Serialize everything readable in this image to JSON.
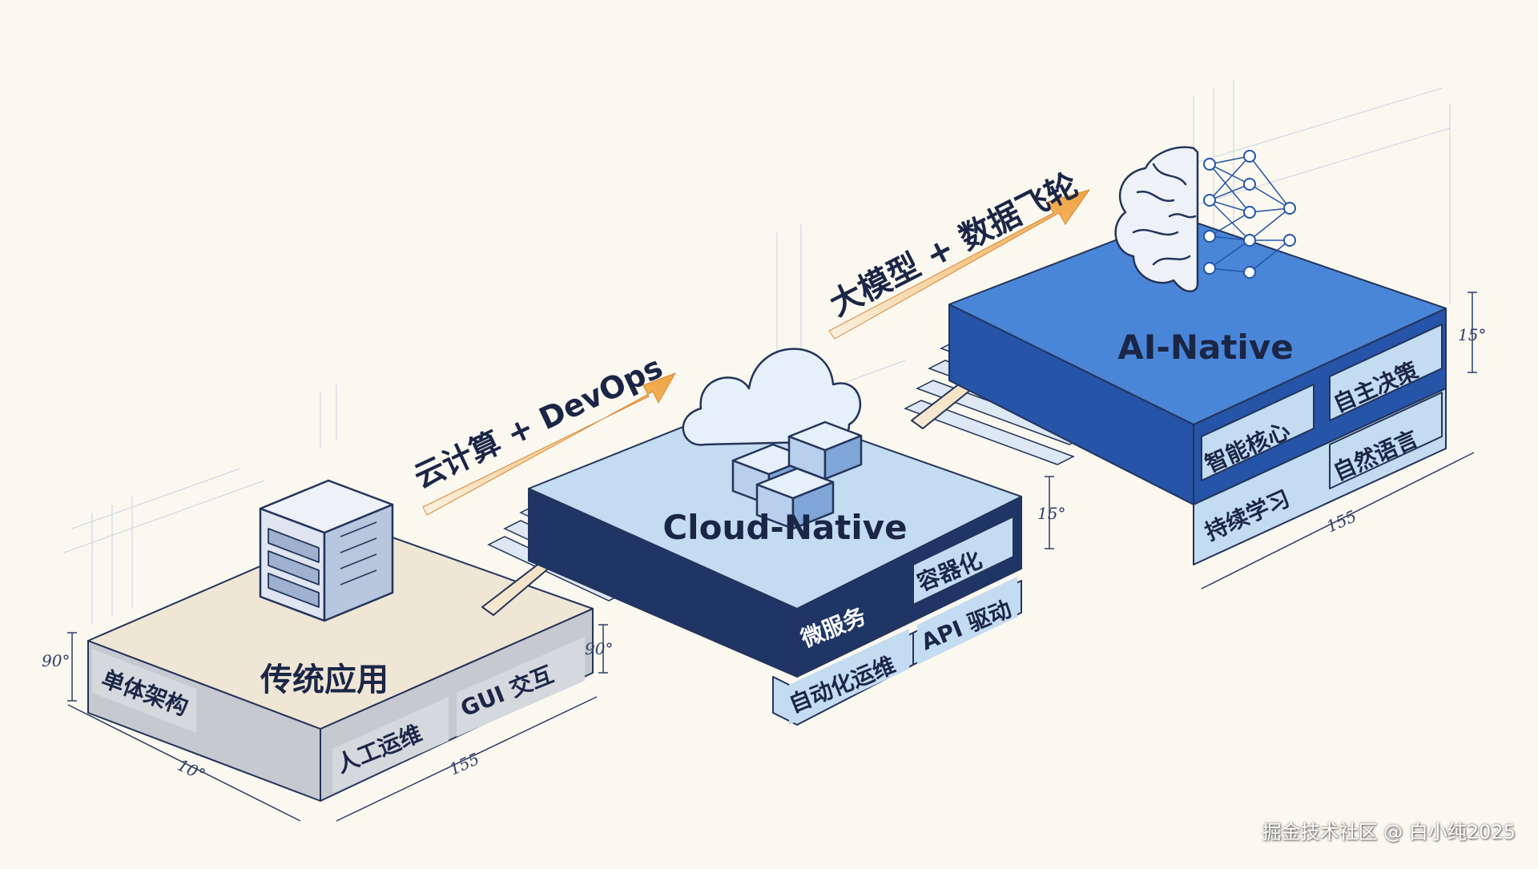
{
  "stages": [
    {
      "title": "传统应用",
      "tags": [
        "单体架构",
        "人工运维",
        "GUI 交互"
      ],
      "dims": [
        "90°",
        "10°",
        "155"
      ],
      "icon": "server-rack-icon"
    },
    {
      "title": "Cloud-Native",
      "tags": [
        "微服务",
        "容器化",
        "自动化运维",
        "API 驱动"
      ],
      "dims": [
        "90°",
        "15°"
      ],
      "icon": "cloud-containers-icon"
    },
    {
      "title": "AI-Native",
      "tags": [
        "智能核心",
        "自主决策",
        "持续学习",
        "自然语言"
      ],
      "dims": [
        "15°",
        "155"
      ],
      "icon": "brain-network-icon"
    }
  ],
  "transitions": [
    {
      "label": "云计算 + DevOps"
    },
    {
      "label": "大模型 + 数据飞轮"
    }
  ],
  "watermark": "掘金技术社区 @ 白小纯2025",
  "colors": {
    "background": "#fbf8ef",
    "stage1_top": "#efe6d5",
    "stage2_top": "#c3dcf1",
    "stage2_side": "#1f3566",
    "stage3_top": "#4a86d8",
    "stage3_side": "#2554a8",
    "arrow_orange": "#f0a340",
    "arrow_cream": "#f2d9b4",
    "outline": "#24345a"
  }
}
